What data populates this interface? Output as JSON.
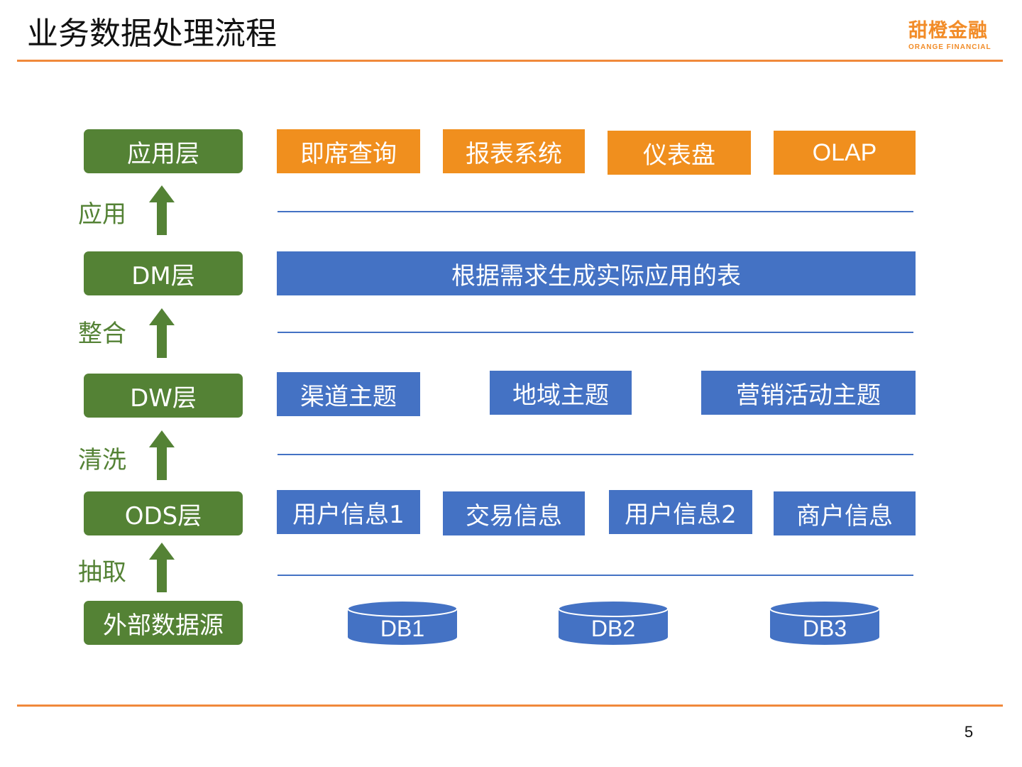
{
  "title": "业务数据处理流程",
  "logo": {
    "cn": "甜橙金融",
    "en": "ORANGE FINANCIAL"
  },
  "page_number": "5",
  "colors": {
    "layer_green": "#548235",
    "app_orange": "#f08f1e",
    "box_blue": "#4472c4",
    "rule_orange": "#f0893b"
  },
  "layers": {
    "app": "应用层",
    "dm": "DM层",
    "dw": "DW层",
    "ods": "ODS层",
    "source": "外部数据源"
  },
  "steps": {
    "apply": "应用",
    "integrate": "整合",
    "clean": "清洗",
    "extract": "抽取"
  },
  "app_items": [
    "即席查询",
    "报表系统",
    "仪表盘",
    "OLAP"
  ],
  "dm_item": "根据需求生成实际应用的表",
  "dw_items": [
    "渠道主题",
    "地域主题",
    "营销活动主题"
  ],
  "ods_items": [
    "用户信息1",
    "交易信息",
    "用户信息2",
    "商户信息"
  ],
  "databases": [
    "DB1",
    "DB2",
    "DB3"
  ]
}
